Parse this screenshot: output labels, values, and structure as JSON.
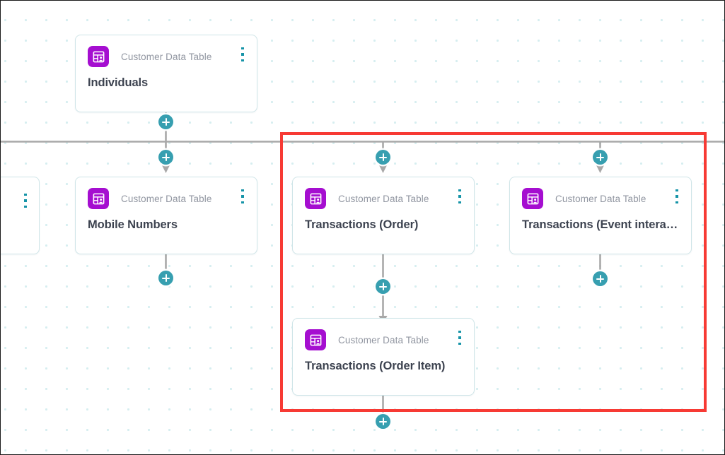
{
  "canvas": {
    "background_dot_color": "#d6eef0",
    "accent_teal": "#379fb0",
    "icon_purple": "#a50ed0",
    "highlight_color": "#f73a34",
    "connector_color": "#a8a8a8"
  },
  "highlight": {
    "label": "selection-highlight"
  },
  "nodes": [
    {
      "id": "individuals",
      "type_label": "Customer Data Table",
      "title": "Individuals",
      "icon": "customer-data-table-icon",
      "menu": "kebab-menu-icon"
    },
    {
      "id": "mobile-numbers",
      "type_label": "Customer Data Table",
      "title": "Mobile Numbers",
      "icon": "customer-data-table-icon",
      "menu": "kebab-menu-icon"
    },
    {
      "id": "transactions-order",
      "type_label": "Customer Data Table",
      "title": "Transactions (Order)",
      "icon": "customer-data-table-icon",
      "menu": "kebab-menu-icon"
    },
    {
      "id": "transactions-event-interactions",
      "type_label": "Customer Data Table",
      "title": "Transactions (Event interac…)",
      "icon": "customer-data-table-icon",
      "menu": "kebab-menu-icon"
    },
    {
      "id": "transactions-order-item",
      "type_label": "Customer Data Table",
      "title": "Transactions (Order Item)",
      "icon": "customer-data-table-icon",
      "menu": "kebab-menu-icon"
    },
    {
      "id": "clipped-left-node",
      "type_label": "",
      "title": "",
      "icon": "",
      "menu": "kebab-menu-icon"
    }
  ],
  "add_buttons": [
    {
      "id": "add-below-individuals",
      "label": "+"
    },
    {
      "id": "add-above-mobile-numbers",
      "label": "+"
    },
    {
      "id": "add-below-mobile-numbers",
      "label": "+"
    },
    {
      "id": "add-above-transactions-order",
      "label": "+"
    },
    {
      "id": "add-above-transactions-event-interactions",
      "label": "+"
    },
    {
      "id": "add-below-transactions-event-interactions",
      "label": "+"
    },
    {
      "id": "add-above-transactions-order-item",
      "label": "+"
    },
    {
      "id": "add-below-transactions-order-item",
      "label": "+"
    }
  ]
}
